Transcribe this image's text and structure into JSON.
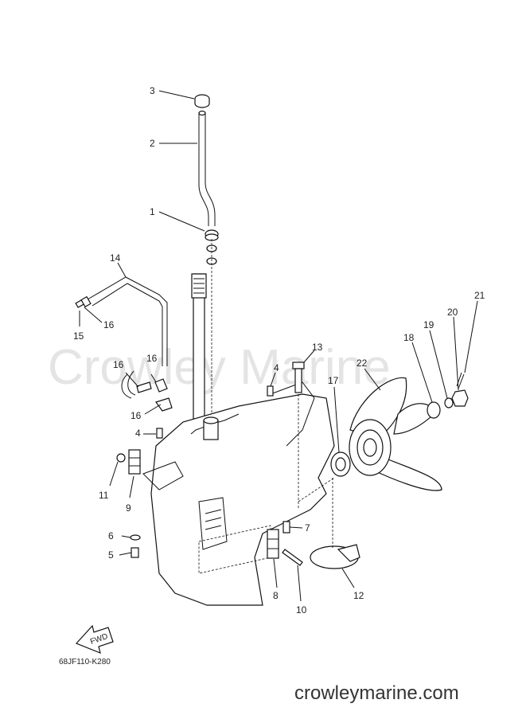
{
  "watermark": "Crowley Marine",
  "diagram_code": "68JF110-K280",
  "fwd_label": "FWD",
  "site_url": "crowleymarine.com",
  "callouts": {
    "c1": "1",
    "c2": "2",
    "c3": "3",
    "c4a": "4",
    "c4b": "4",
    "c5": "5",
    "c6": "6",
    "c7": "7",
    "c8": "8",
    "c9": "9",
    "c10": "10",
    "c11": "11",
    "c12": "12",
    "c13": "13",
    "c14": "14",
    "c15": "15",
    "c16a": "16",
    "c16b": "16",
    "c16c": "16",
    "c16d": "16",
    "c17": "17",
    "c18": "18",
    "c19": "19",
    "c20": "20",
    "c21": "21",
    "c22": "22"
  }
}
